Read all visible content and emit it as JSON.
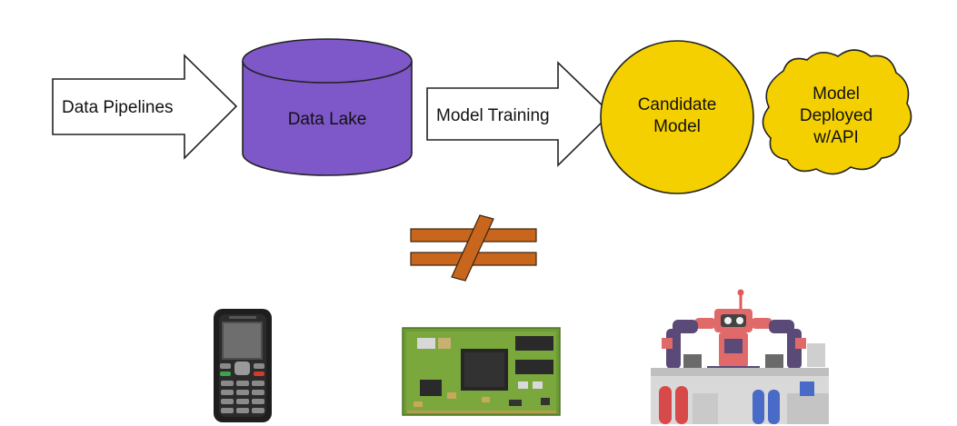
{
  "flow": {
    "pipelines_label": "Data Pipelines",
    "lake_label": "Data Lake",
    "training_label": "Model Training",
    "candidate_line1": "Candidate",
    "candidate_line2": "Model",
    "deployed_line1": "Model",
    "deployed_line2": "Deployed",
    "deployed_line3": "w/API"
  },
  "colors": {
    "lake_fill": "#7e57c8",
    "model_fill": "#f5d000",
    "not_equal": "#c8661e"
  },
  "icons": {
    "symbol": "not-equal-icon",
    "devices": [
      "feature-phone-icon",
      "embedded-circuit-board-icon",
      "industrial-robot-icon"
    ]
  }
}
